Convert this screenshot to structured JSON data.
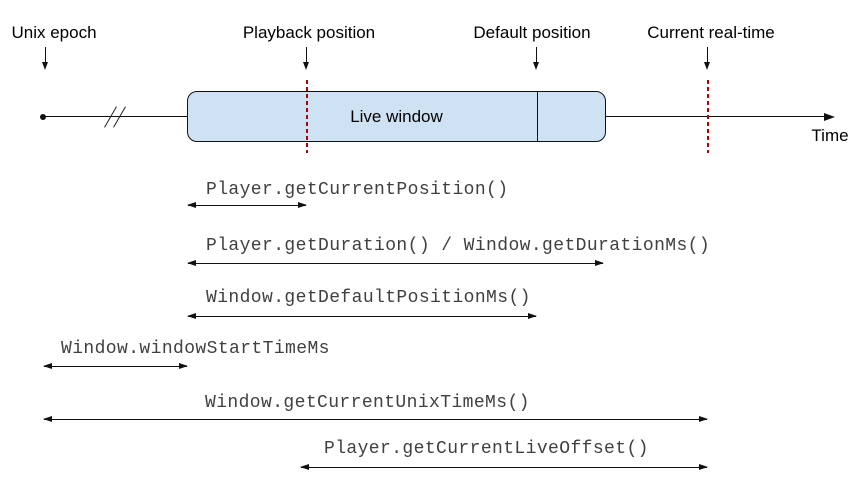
{
  "diagram": {
    "markers": [
      {
        "id": "unix-epoch",
        "label": "Unix epoch"
      },
      {
        "id": "playback-position",
        "label": "Playback position"
      },
      {
        "id": "default-position",
        "label": "Default position"
      },
      {
        "id": "current-real-time",
        "label": "Current real-time"
      }
    ],
    "timeline": {
      "axis_label": "Time",
      "window_label": "Live window"
    },
    "spans": [
      {
        "label": "Player.getCurrentPosition()",
        "from": "window-start",
        "to": "playback-position"
      },
      {
        "label": "Player.getDuration() / Window.getDurationMs()",
        "from": "window-start",
        "to": "window-end"
      },
      {
        "label": "Window.getDefaultPositionMs()",
        "from": "window-start",
        "to": "default-position"
      },
      {
        "label": "Window.windowStartTimeMs",
        "from": "unix-epoch",
        "to": "window-start"
      },
      {
        "label": "Window.getCurrentUnixTimeMs()",
        "from": "unix-epoch",
        "to": "current-real-time"
      },
      {
        "label": "Player.getCurrentLiveOffset()",
        "from": "playback-position",
        "to": "current-real-time"
      }
    ],
    "colors": {
      "window_fill": "#cfe2f3",
      "outline": "#000000",
      "dashed_marker": "#b00000",
      "code_text": "#404040"
    }
  }
}
